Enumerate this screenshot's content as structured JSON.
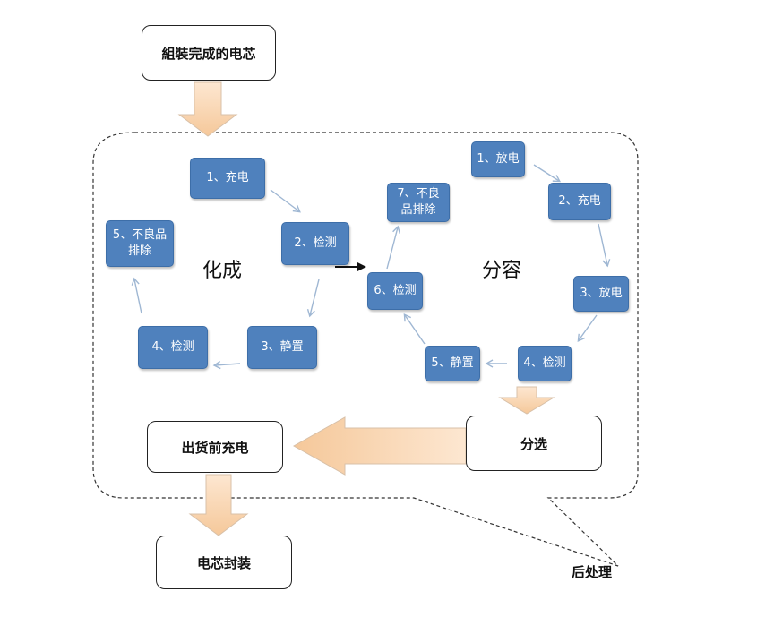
{
  "top_box": "組裝完成的电芯",
  "formation": {
    "title": "化成",
    "steps": [
      "1、充电",
      "2、检测",
      "3、静置",
      "4、检测",
      "5、不良品\n排除"
    ]
  },
  "grading": {
    "title": "分容",
    "steps": [
      "1、放电",
      "2、充电",
      "3、放电",
      "4、检测",
      "5、静置",
      "6、检测",
      "7、不良\n品排除"
    ]
  },
  "sorting_box": "分选",
  "precharge_box": "出货前充电",
  "package_box": "电芯封装",
  "post_process_label": "后处理",
  "colors": {
    "step_fill": "#4f81bd",
    "big_arrow_fill": "#fbd9b7",
    "big_arrow_stroke": "#d8c0a8",
    "small_arrow": "#9fb7d3"
  }
}
